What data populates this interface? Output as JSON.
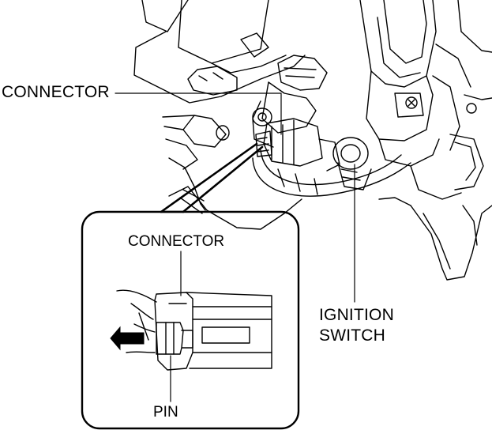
{
  "labels": {
    "connector_main": "CONNECTOR",
    "connector_inset": "CONNECTOR",
    "ignition_switch_line1": "IGNITION",
    "ignition_switch_line2": "SWITCH",
    "pin": "PIN"
  },
  "colors": {
    "ink": "#000000",
    "paper": "#ffffff",
    "shade": "#d9d9d9"
  },
  "icons": {
    "pull_direction": "left-arrow-icon"
  }
}
